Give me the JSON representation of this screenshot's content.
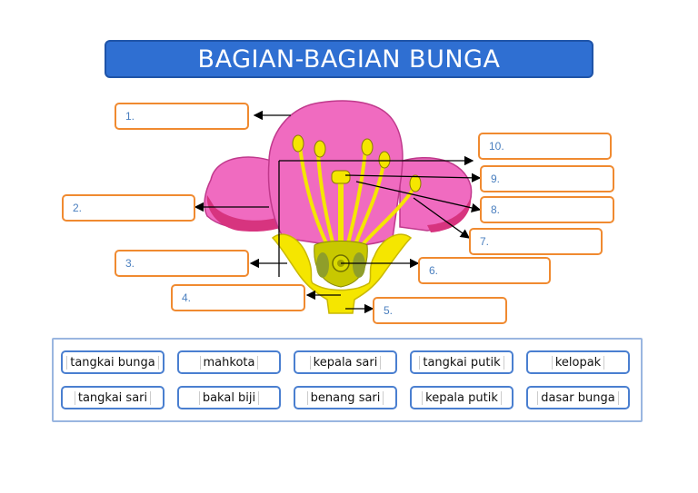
{
  "title": "BAGIAN-BAGIAN  BUNGA",
  "labels": [
    "1.",
    "2.",
    "3.",
    "4.",
    "5.",
    "6.",
    "7.",
    "8.",
    "9.",
    "10."
  ],
  "word_bank": [
    "tangkai bunga",
    "mahkota",
    "kepala sari",
    "tangkai putik",
    "kelopak",
    "tangkai sari",
    "bakal biji",
    "benang sari",
    "kepala putik",
    "dasar bunga"
  ],
  "colors": {
    "title_bg": "#2f6fd2",
    "label_border": "#f08a30",
    "label_text": "#4a7fbf",
    "word_border": "#4a7fd0",
    "petal": "#f06bc0",
    "sepal": "#f5e600"
  }
}
